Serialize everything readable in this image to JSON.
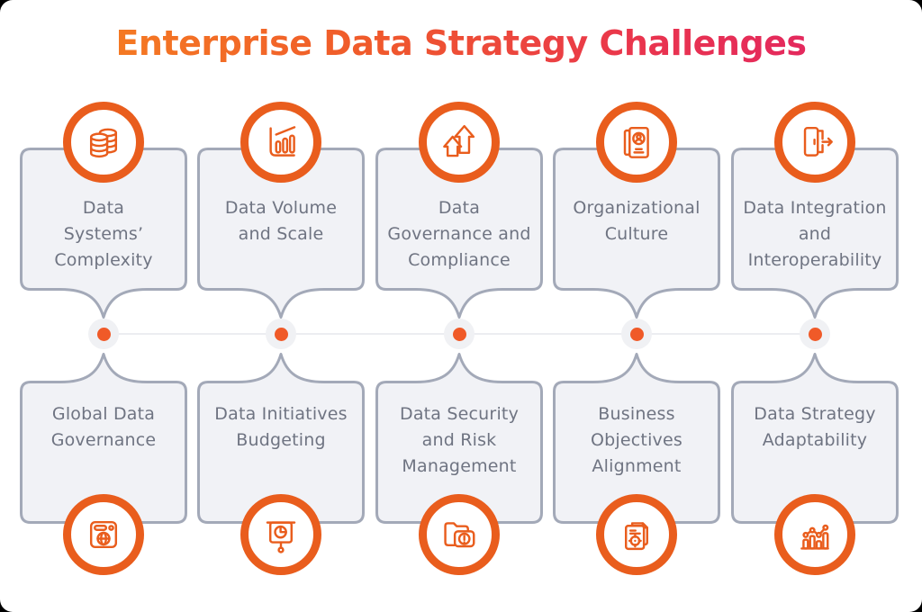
{
  "title": "Enterprise Data Strategy Challenges",
  "theme": {
    "accent_orange": "#E95D1D",
    "dot_orange": "#F05A28",
    "dot_halo": "#F0F1F4",
    "card_fill": "#F1F2F6",
    "card_border": "#A3A9B8",
    "label_text": "#6F7482",
    "title_gradient_start": "#F6871F",
    "title_gradient_end": "#E02169"
  },
  "columns": [
    {
      "top": {
        "label": "Data\nSystems’\nComplexity",
        "icon": "database-icon"
      },
      "bottom": {
        "label": "Global Data\nGovernance",
        "icon": "browser-globe-icon"
      }
    },
    {
      "top": {
        "label": "Data Volume\nand Scale",
        "icon": "bar-chart-growth-icon"
      },
      "bottom": {
        "label": "Data Initiatives\nBudgeting",
        "icon": "presentation-pie-icon"
      }
    },
    {
      "top": {
        "label": "Data\nGovernance and\nCompliance",
        "icon": "growth-arrows-icon"
      },
      "bottom": {
        "label": "Data Security\nand Risk\nManagement",
        "icon": "folder-warning-icon"
      }
    },
    {
      "top": {
        "label": "Organizational\nCulture",
        "icon": "id-booklet-icon"
      },
      "bottom": {
        "label": "Business\nObjectives\nAlignment",
        "icon": "documents-target-icon"
      }
    },
    {
      "top": {
        "label": "Data Integration\nand\nInteroperability",
        "icon": "door-exit-icon"
      },
      "bottom": {
        "label": "Data Strategy\nAdaptability",
        "icon": "trend-bars-icon"
      }
    }
  ]
}
